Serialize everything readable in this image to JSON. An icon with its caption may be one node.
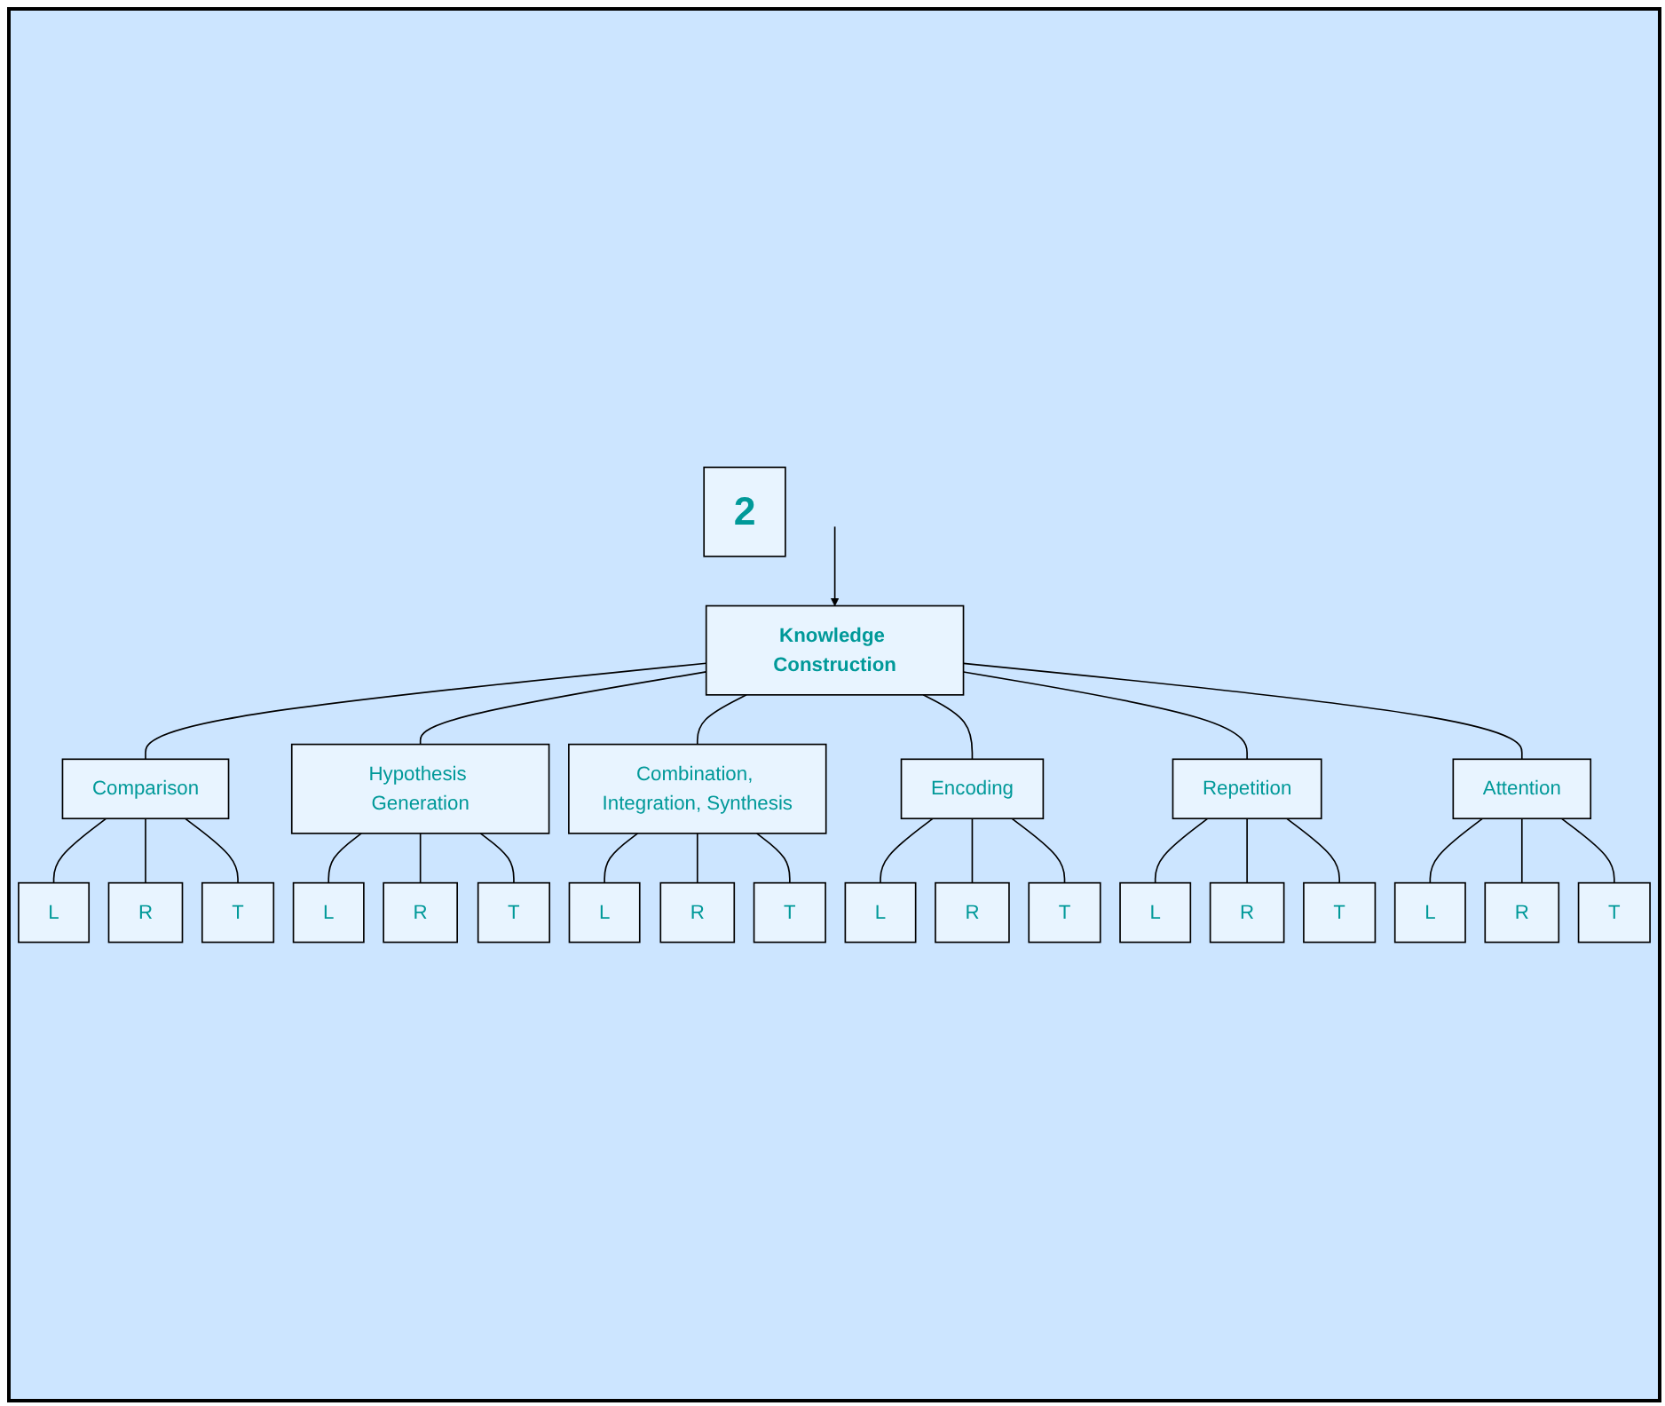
{
  "diagram": {
    "nodes": [
      {
        "text": [
          "Knowledge Construction"
        ]
      },
      {
        "text": [
          "Comparison"
        ]
      },
      {
        "text": [
          "L"
        ]
      },
      {
        "text": [
          "R"
        ]
      },
      {
        "text": [
          "T"
        ]
      },
      {
        "text": [
          "Hypothesis Generation"
        ]
      },
      {
        "text": [
          "L"
        ]
      },
      {
        "text": [
          "R"
        ]
      },
      {
        "text": [
          "T"
        ]
      },
      {
        "text": [
          "Combination, Integration, Synthesis"
        ]
      },
      {
        "text": [
          "L"
        ]
      },
      {
        "text": [
          "R"
        ]
      },
      {
        "text": [
          "T"
        ]
      },
      {
        "text": [
          "Encoding"
        ]
      },
      {
        "text": [
          "L"
        ]
      },
      {
        "text": [
          "R"
        ]
      },
      {
        "text": [
          "T"
        ]
      },
      {
        "text": [
          "2"
        ]
      },
      {
        "text": [
          "Repetition"
        ]
      },
      {
        "text": [
          "L"
        ]
      },
      {
        "text": [
          "R"
        ]
      },
      {
        "text": [
          "T"
        ]
      },
      {
        "text": [
          "Attention"
        ]
      },
      {
        "text": [
          "L"
        ]
      },
      {
        "text": [
          "R"
        ]
      },
      {
        "text": [
          "T"
        ]
      }
    ],
    "edges": [
      {
        "from": 0,
        "to": 1,
        "arrow": "none"
      },
      {
        "from": 1,
        "to": 2,
        "arrow": "none"
      },
      {
        "from": 1,
        "to": 3,
        "arrow": "none"
      },
      {
        "from": 1,
        "to": 4,
        "arrow": "none"
      },
      {
        "from": 0,
        "to": 5,
        "arrow": "none"
      },
      {
        "from": 5,
        "to": 6,
        "arrow": "none"
      },
      {
        "from": 5,
        "to": 7,
        "arrow": "none"
      },
      {
        "from": 5,
        "to": 8,
        "arrow": "none"
      },
      {
        "from": 0,
        "to": 9,
        "arrow": "none"
      },
      {
        "from": 9,
        "to": 10,
        "arrow": "none"
      },
      {
        "from": 9,
        "to": 11,
        "arrow": "none"
      },
      {
        "from": 9,
        "to": 12,
        "arrow": "none"
      },
      {
        "from": 0,
        "to": 13,
        "arrow": "none"
      },
      {
        "from": 13,
        "to": 14,
        "arrow": "none"
      },
      {
        "from": 13,
        "to": 15,
        "arrow": "none"
      },
      {
        "from": 13,
        "to": 16,
        "arrow": "none"
      },
      {
        "from": 0,
        "to": 18,
        "arrow": "none"
      },
      {
        "from": 18,
        "to": 19,
        "arrow": "none"
      },
      {
        "from": 18,
        "to": 20,
        "arrow": "none"
      },
      {
        "from": 18,
        "to": 21,
        "arrow": "none"
      },
      {
        "from": 0,
        "to": 22,
        "arrow": "none"
      },
      {
        "from": 22,
        "to": 23,
        "arrow": "none"
      },
      {
        "from": 22,
        "to": 24,
        "arrow": "none"
      },
      {
        "from": 22,
        "to": 25,
        "arrow": "none"
      },
      {
        "from": null,
        "to": 0,
        "arrow": "to"
      }
    ]
  }
}
